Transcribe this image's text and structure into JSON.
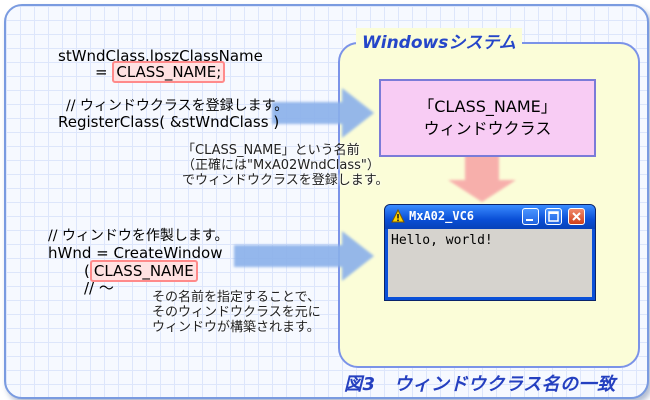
{
  "system": {
    "title": "Windowsシステム"
  },
  "code1": {
    "line1": "stWndClass.lpszClassName",
    "prefix": "= ",
    "value": "CLASS_NAME;"
  },
  "code2": {
    "comment": "// ウィンドウクラスを登録します。",
    "call": "RegisterClass( &stWndClass )"
  },
  "note1": "「CLASS_NAME」という名前\n（正確には\"MxA02WndClass\"）\nでウィンドウクラスを登録します。",
  "code3": {
    "comment": "// ウィンドウを作製します。",
    "call": "hWnd = CreateWindow",
    "paren": "(",
    "value": "CLASS_NAME",
    "tail": "// ～"
  },
  "note2": "その名前を指定することで、\nそのウィンドウクラスを元に\nウィンドウが構築されます。",
  "class_box": {
    "line1": "「CLASS_NAME」",
    "line2": "ウィンドウクラス"
  },
  "window": {
    "title": "MxA02_VC6",
    "client_text": "Hello, world!"
  },
  "caption": "図3　ウィンドウクラス名の一致",
  "colors": {
    "arrow": "#8ab0ea",
    "arrow_down": "#f7a7a7",
    "system_bg": "#fbfdd8",
    "class_bg": "#f8ccf4"
  }
}
